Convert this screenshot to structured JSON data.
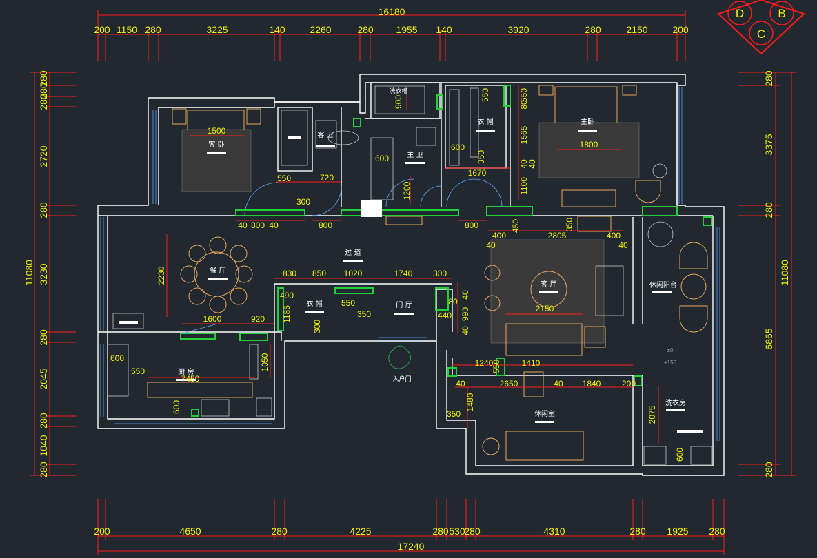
{
  "logo": {
    "letters": [
      "D",
      "B",
      "C"
    ],
    "color": "#ff1a1a"
  },
  "top_dims": {
    "overall": "16180",
    "segments": [
      "200",
      "1150",
      "280",
      "3225",
      "140",
      "2260",
      "280",
      "1955",
      "140",
      "3920",
      "280",
      "2150",
      "200"
    ]
  },
  "bottom_dims": {
    "overall": "17240",
    "segments": [
      "200",
      "4650",
      "280",
      "4225",
      "280",
      "530",
      "280",
      "4310",
      "280",
      "1925",
      "280"
    ]
  },
  "left_dims": {
    "overall": "11080",
    "segments": [
      "280",
      "280",
      "280",
      "2720",
      "280",
      "3230",
      "280",
      "2045",
      "280",
      "1040",
      "280"
    ]
  },
  "right_dims": {
    "overall": "11080",
    "segments": [
      "280",
      "3375",
      "280",
      "6865",
      "280"
    ]
  },
  "rooms": {
    "guest_bedroom": "客 卧",
    "guest_bath": "客 卫",
    "master_bath": "主 卫",
    "cloakroom_top": "衣 帽",
    "master_bedroom": "主卧",
    "corridor": "过 道",
    "dining": "餐 厅",
    "cloakroom_mid": "衣 帽",
    "foyer": "门 厅",
    "living": "客 厅",
    "leisure_balcony": "休闲阳台",
    "kitchen": "厨 房",
    "entrance": "入户门",
    "leisure_room": "休闲室",
    "laundry": "洗衣房",
    "washtub": "洗衣槽",
    "level_mark": "±0",
    "level_mark2": "+150"
  },
  "interior_dims": {
    "d1500": "1500",
    "d2720": "2720",
    "d550a": "550",
    "d720": "720",
    "d300a": "300",
    "d900": "900",
    "d600a": "600",
    "d1200": "1200",
    "d550b": "550",
    "d600b": "600",
    "d350a": "350",
    "d1670": "1670",
    "d1565": "1565",
    "d550c": "550",
    "d40a": "40",
    "d80": "80",
    "d40b": "40",
    "d1100": "1100",
    "d1800": "1800",
    "d40c": "40",
    "d800a": "800",
    "d40d": "40",
    "d800b": "800",
    "d800c": "800",
    "d450": "450",
    "d350b": "350",
    "d400a": "400",
    "d2805": "2805",
    "d400b": "400",
    "d40e": "40",
    "d40f": "40",
    "d2230": "2230",
    "d830": "830",
    "d850": "850",
    "d1020": "1020",
    "d1740": "1740",
    "d300b": "300",
    "d490": "490",
    "d1185": "1185",
    "d550d": "550",
    "d350c": "350",
    "d300c": "300",
    "d80b": "80",
    "d40g": "40",
    "d440": "440",
    "d990": "990",
    "d40h": "40",
    "d2150": "2150",
    "d1600": "1600",
    "d920": "920",
    "d600c": "600",
    "d550e": "550",
    "d7450": "7450",
    "d1050": "1050",
    "d600d": "600",
    "d1240": "1240",
    "d1410": "1410",
    "d550f": "550",
    "d40i": "40",
    "d2650": "2650",
    "d40j": "40",
    "d1840": "1840",
    "d200": "200",
    "d1480": "1480",
    "d350d": "350",
    "d2075": "2075",
    "d600e": "600"
  }
}
